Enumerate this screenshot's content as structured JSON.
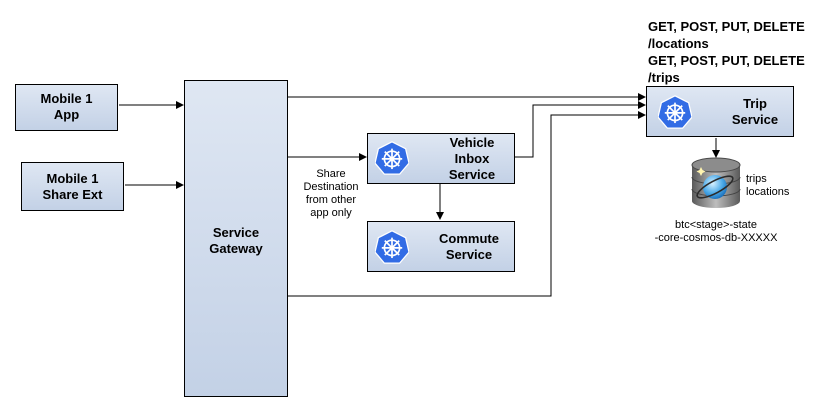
{
  "nodes": {
    "mobile_app": "Mobile 1\nApp",
    "mobile_share_ext": "Mobile 1\nShare Ext",
    "service_gateway": "Service\nGateway",
    "vehicle_inbox": "Vehicle\nInbox\nService",
    "commute": "Commute\nService",
    "trip": "Trip\nService"
  },
  "annotations": {
    "share_destination": "Share\nDestination\nfrom other\napp only",
    "api_line1": "GET, POST, PUT, DELETE",
    "api_line2": "/locations",
    "api_line3": "GET, POST, PUT, DELETE",
    "api_line4": "/trips",
    "db_collections": "trips\nlocations",
    "db_name": "btc<stage>-state\n-core-cosmos-db-XXXXX"
  },
  "icons": {
    "kubernetes": "kubernetes-icon",
    "database": "cosmos-db-icon"
  },
  "colors": {
    "box_fill_top": "#dfe7f3",
    "box_fill_bottom": "#c3d1e6",
    "k8s_blue": "#326ce5"
  }
}
